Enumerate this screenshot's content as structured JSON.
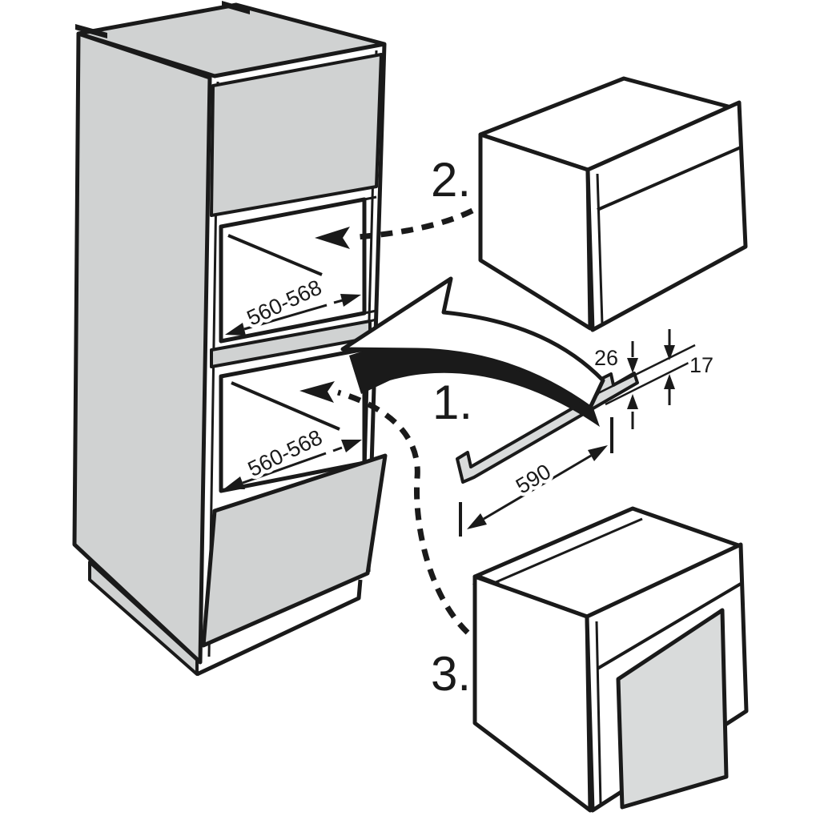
{
  "diagram": {
    "step_labels": {
      "step1": "1.",
      "step2": "2.",
      "step3": "3."
    },
    "dimensions": {
      "upper_niche_width": "560-568",
      "lower_niche_width": "560-568",
      "trim_length": "590",
      "trim_clearance": "26",
      "trim_profile_height": "17"
    },
    "theme": {
      "line_color": "#1a1a1a",
      "panel_gray": "#d0d2d2",
      "accent_gray": "#d9dbdb",
      "background": "#ffffff"
    }
  }
}
